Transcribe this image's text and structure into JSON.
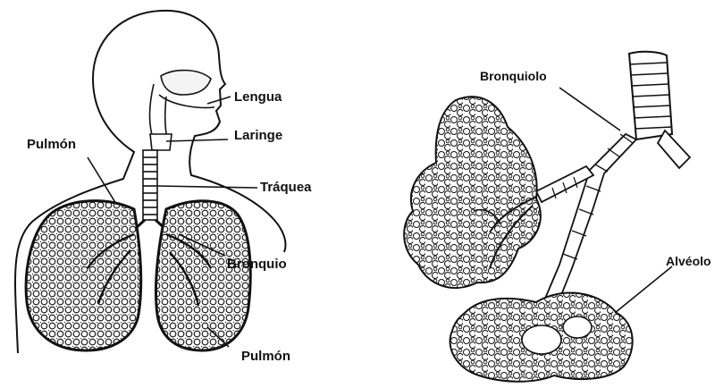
{
  "labels": {
    "lengua": "Lengua",
    "laringe": "Laringe",
    "pulmon_left": "Pulmón",
    "traquea": "Tráquea",
    "bronquio": "Bronquio",
    "pulmon_bottom": "Pulmón",
    "bronquiolo": "Bronquiolo",
    "alveolo": "Alvéolo"
  },
  "colors": {
    "ink": "#111111",
    "background": "#ffffff"
  }
}
